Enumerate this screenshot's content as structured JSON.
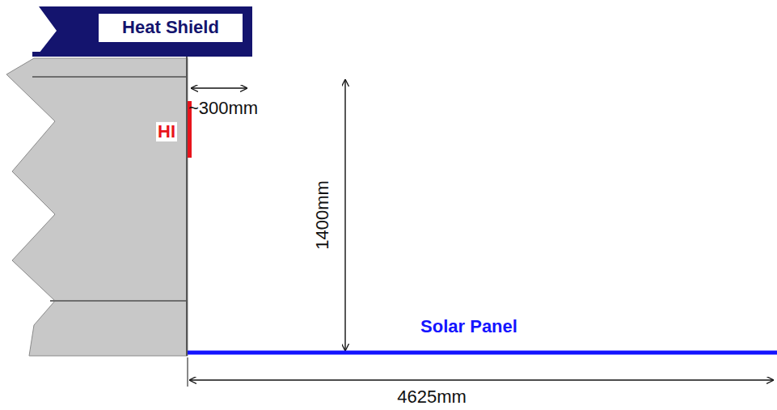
{
  "diagram": {
    "nodes": [
      {
        "text": [
          "Heat Shield"
        ]
      }
    ],
    "labels": [
      "HI",
      "~300mm",
      "1400mm",
      "Solar Panel",
      "4625mm"
    ]
  }
}
